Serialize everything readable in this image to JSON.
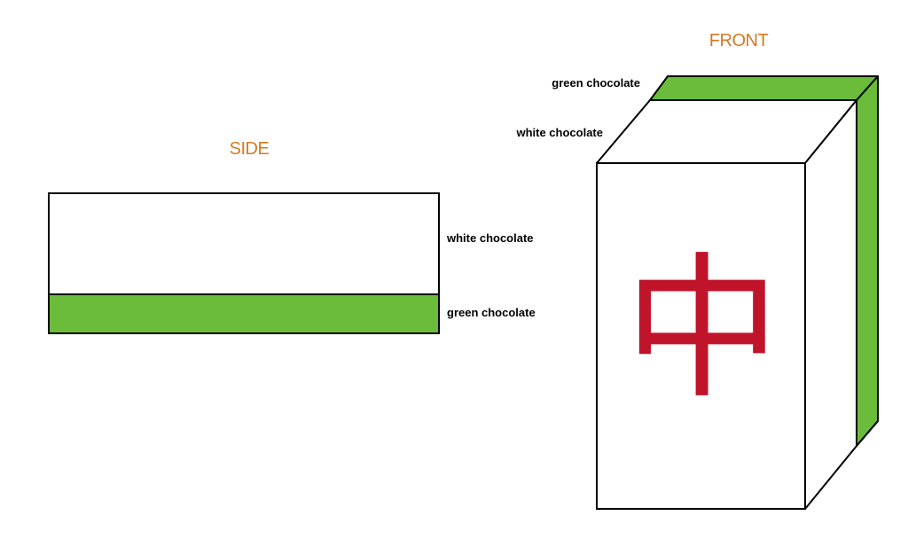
{
  "side": {
    "title": "SIDE",
    "top_layer_label": "white chocolate",
    "bottom_layer_label": "green chocolate"
  },
  "front": {
    "title": "FRONT",
    "top_layer_label": "green chocolate",
    "middle_layer_label": "white chocolate",
    "face_character": "中"
  },
  "colors": {
    "heading": "#d27a26",
    "green_chocolate": "#6abc3a",
    "white_chocolate": "#ffffff",
    "outline": "#000000",
    "character": "#c0142b"
  }
}
